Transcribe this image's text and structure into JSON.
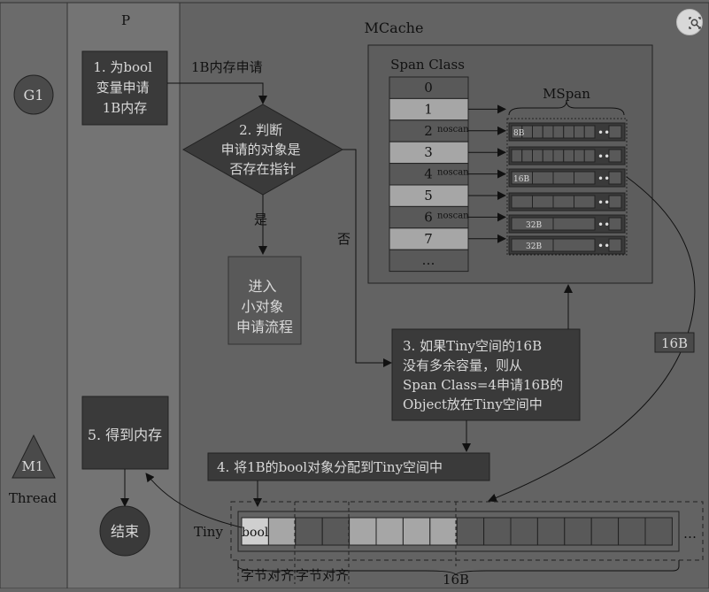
{
  "columns": {
    "p_label": "P",
    "mcache_label": "MCache"
  },
  "actors": {
    "g1": "G1",
    "m1": "M1",
    "thread": "Thread"
  },
  "steps": {
    "s1": [
      "1. 为bool",
      "变量申请",
      "1B内存"
    ],
    "s1_edge": "1B内存申请",
    "s2": [
      "2. 判断",
      "申请的对象是",
      "否存在指针"
    ],
    "yes": "是",
    "no": "否",
    "small_flow": [
      "进入",
      "小对象",
      "申请流程"
    ],
    "s3": [
      "3. 如果Tiny空间的16B",
      "没有多余容量，则从",
      "Span Class=4申请16B的",
      "Object放在Tiny空间中"
    ],
    "s4": "4. 将1B的bool对象分配到Tiny空间中",
    "s5": "5. 得到内存",
    "end": "结束"
  },
  "span_class": {
    "title": "Span Class",
    "rows": [
      "0",
      "1",
      "2",
      "3",
      "4",
      "5",
      "6",
      "7",
      "…"
    ],
    "noscan": "noscan",
    "mspan_label": "MSpan",
    "span_labels": [
      "8B",
      "16B",
      "32B",
      "32B"
    ],
    "dots": "…"
  },
  "tiny": {
    "label": "Tiny",
    "bool": "bool",
    "align1": "字节对齐",
    "align2": "字节对齐",
    "size16": "16B",
    "edge16": "16B",
    "dots": "…"
  },
  "colors": {
    "background": "#666666",
    "panel_dark": "#595959",
    "node_dark": "#3a3a3a",
    "cell_light": "#a6a6a6",
    "text_light": "#d9d9d9"
  }
}
